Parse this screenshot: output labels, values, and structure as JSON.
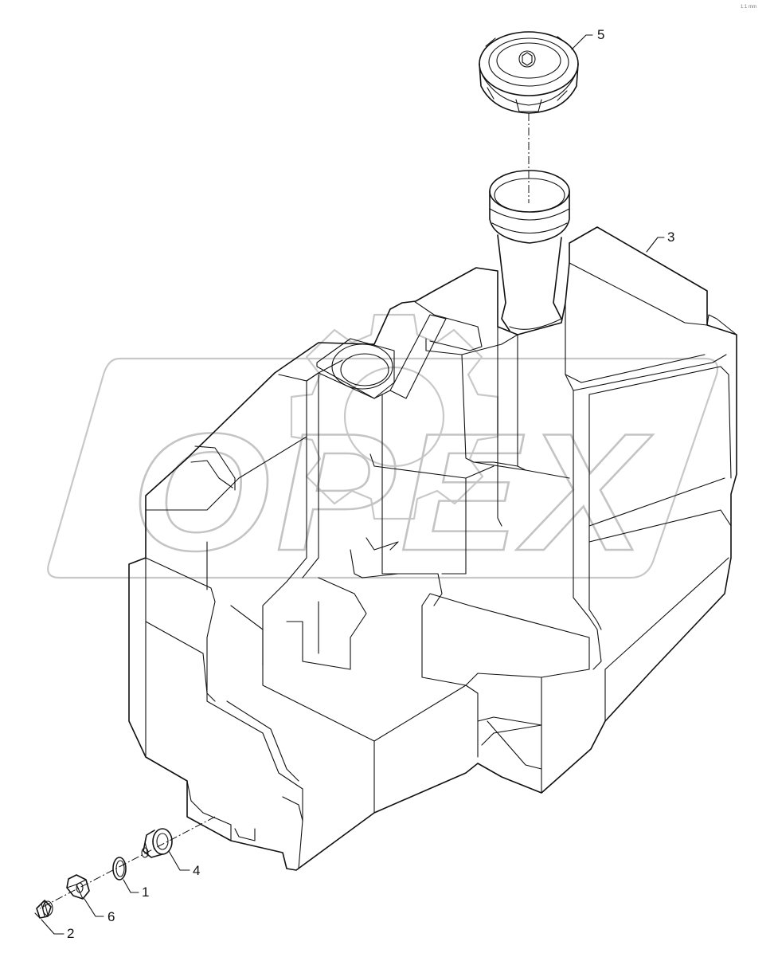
{
  "diagram": {
    "watermark": "OPEX",
    "corner_mark": "1:1 mm",
    "callouts": [
      {
        "id": "c1",
        "label": "1",
        "part": "o-ring"
      },
      {
        "id": "c2",
        "label": "2",
        "part": "drain-plug"
      },
      {
        "id": "c3",
        "label": "3",
        "part": "tank"
      },
      {
        "id": "c4",
        "label": "4",
        "part": "drain-fitting"
      },
      {
        "id": "c5",
        "label": "5",
        "part": "filler-cap"
      },
      {
        "id": "c6",
        "label": "6",
        "part": "hex-nut"
      }
    ]
  }
}
